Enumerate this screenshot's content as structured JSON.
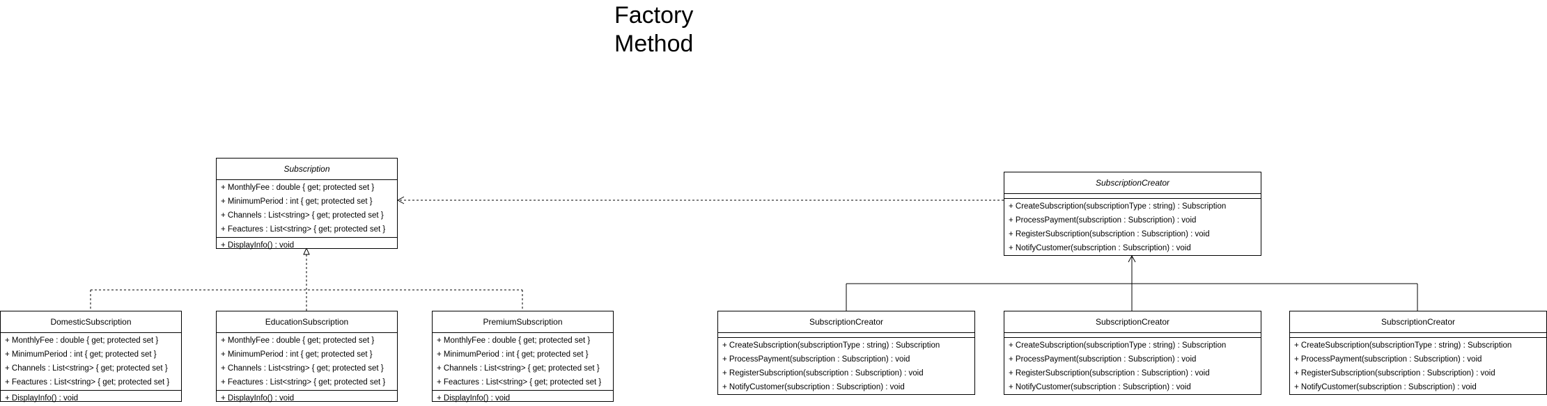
{
  "diagram": {
    "title_line1": "Factory",
    "title_line2": "Method",
    "subscription": {
      "name": "Subscription",
      "attributes": [
        "+ MonthlyFee : double {  get; protected set }",
        "+ MinimumPeriod : int { get; protected set }",
        "+ Channels : List<string> { get; protected set }",
        "+ Feactures : List<string> { get; protected set }"
      ],
      "methods": [
        "+ DisplayInfo() : void"
      ]
    },
    "domestic": {
      "name": "DomesticSubscription",
      "attributes": [
        "+ MonthlyFee : double {  get; protected set }",
        "+ MinimumPeriod : int { get; protected set }",
        "+ Channels : List<string> { get; protected set }",
        "+ Feactures : List<string> { get; protected set }"
      ],
      "methods": [
        "+ DisplayInfo() : void"
      ]
    },
    "education": {
      "name": "EducationSubscription",
      "attributes": [
        "+ MonthlyFee : double {  get; protected set }",
        "+ MinimumPeriod : int { get; protected set }",
        "+ Channels : List<string> { get; protected set }",
        "+ Feactures : List<string> { get; protected set }"
      ],
      "methods": [
        "+ DisplayInfo() : void"
      ]
    },
    "premium": {
      "name": "PremiumSubscription",
      "attributes": [
        "+ MonthlyFee : double {  get; protected set }",
        "+ MinimumPeriod : int { get; protected set }",
        "+ Channels : List<string> { get; protected set }",
        "+ Feactures : List<string> { get; protected set }"
      ],
      "methods": [
        "+ DisplayInfo() : void"
      ]
    },
    "creator_abstract": {
      "name": "SubscriptionCreator",
      "methods": [
        "+ CreateSubscription(subscriptionType : string) : Subscription",
        "+ ProcessPayment(subscription : Subscription) : void",
        "+ RegisterSubscription(subscription : Subscription) : void",
        "+ NotifyCustomer(subscription : Subscription) : void"
      ]
    },
    "creator_1": {
      "name": "SubscriptionCreator",
      "methods": [
        "+ CreateSubscription(subscriptionType : string) : Subscription",
        "+ ProcessPayment(subscription : Subscription) : void",
        "+ RegisterSubscription(subscription : Subscription) : void",
        "+ NotifyCustomer(subscription : Subscription) : void"
      ]
    },
    "creator_2": {
      "name": "SubscriptionCreator",
      "methods": [
        "+ CreateSubscription(subscriptionType : string) : Subscription",
        "+ ProcessPayment(subscription : Subscription) : void",
        "+ RegisterSubscription(subscription : Subscription) : void",
        "+ NotifyCustomer(subscription : Subscription) : void"
      ]
    },
    "creator_3": {
      "name": "SubscriptionCreator",
      "methods": [
        "+ CreateSubscription(subscriptionType : string) : Subscription",
        "+ ProcessPayment(subscription : Subscription) : void",
        "+ RegisterSubscription(subscription : Subscription) : void",
        "+ NotifyCustomer(subscription : Subscription) : void"
      ]
    },
    "colors": {
      "line": "#000000",
      "background": "#ffffff"
    }
  }
}
